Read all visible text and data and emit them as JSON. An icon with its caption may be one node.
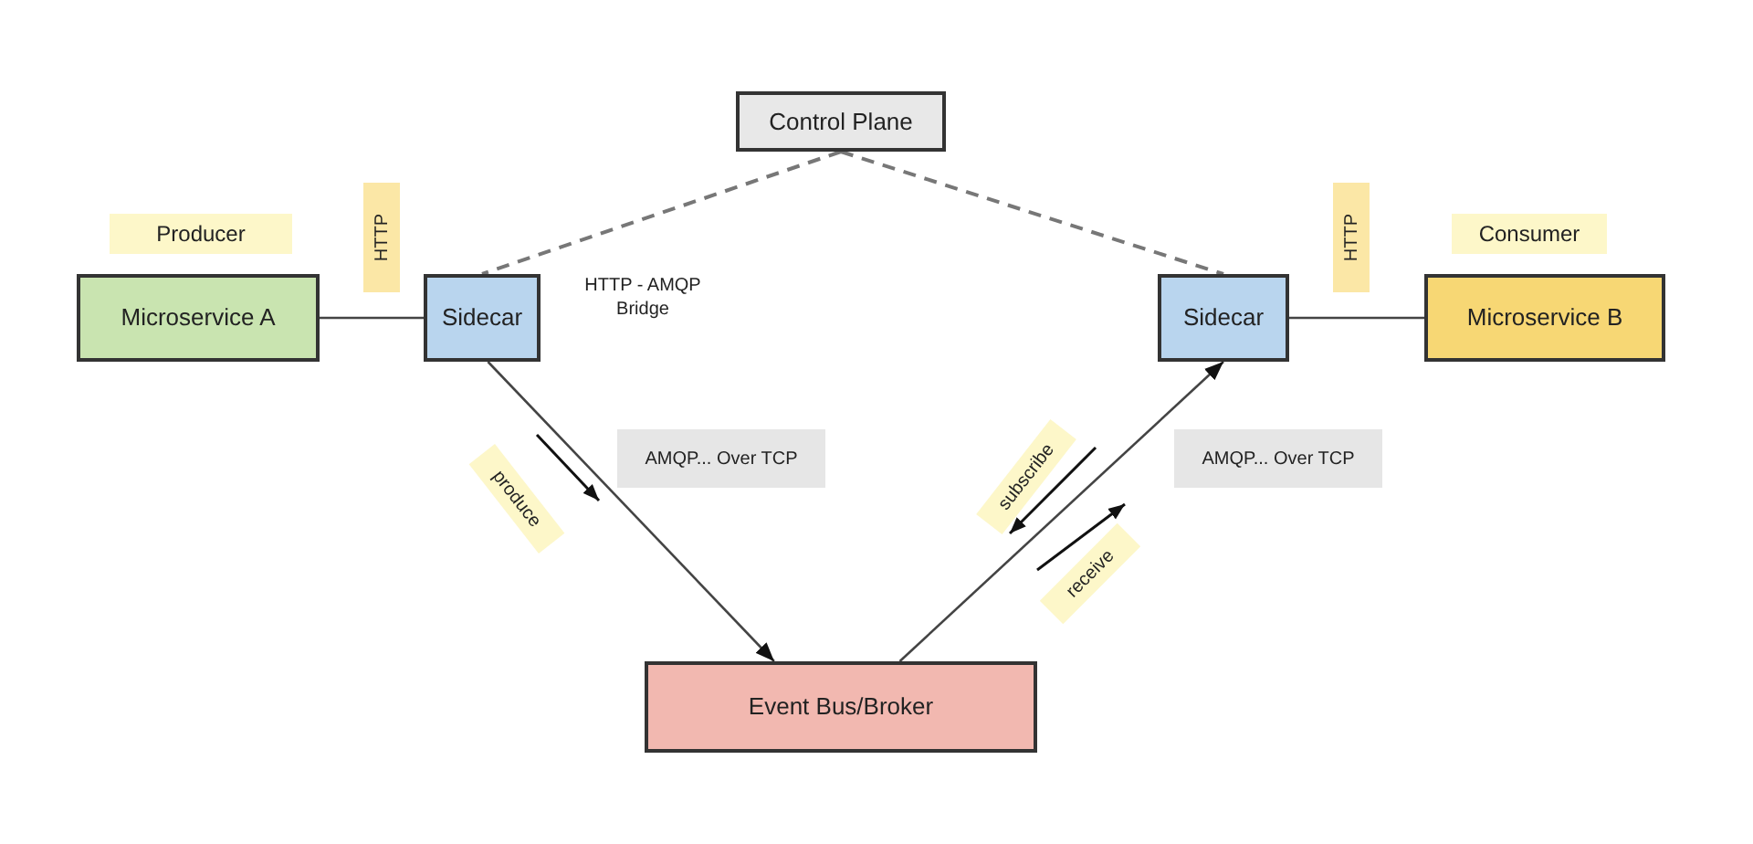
{
  "diagram": {
    "nodes": [
      {
        "text": [
          "Control Plane"
        ]
      },
      {
        "text": [
          "Microservice A"
        ]
      },
      {
        "text": [
          "Sidecar"
        ]
      },
      {
        "text": [
          "Sidecar"
        ]
      },
      {
        "text": [
          "Microservice B"
        ]
      },
      {
        "text": [
          "Event Bus/Broker"
        ]
      }
    ],
    "edges": [
      {
        "from": 1,
        "to": 2,
        "arrow": "none"
      },
      {
        "from": 0,
        "to": 2,
        "arrow": "none",
        "style": "dashed"
      },
      {
        "from": 0,
        "to": 3,
        "arrow": "none",
        "style": "dashed"
      },
      {
        "from": 2,
        "to": 5,
        "arrow": "to"
      },
      {
        "from": 5,
        "to": 3,
        "arrow": "to"
      },
      {
        "from": 3,
        "to": 4,
        "arrow": "none"
      }
    ],
    "labels": [
      "Producer",
      "HTTP",
      "HTTP - AMQP Bridge",
      "HTTP",
      "Consumer",
      "produce",
      "AMQP... Over TCP",
      "subscribe",
      "receive",
      "AMQP... Over TCP"
    ]
  }
}
